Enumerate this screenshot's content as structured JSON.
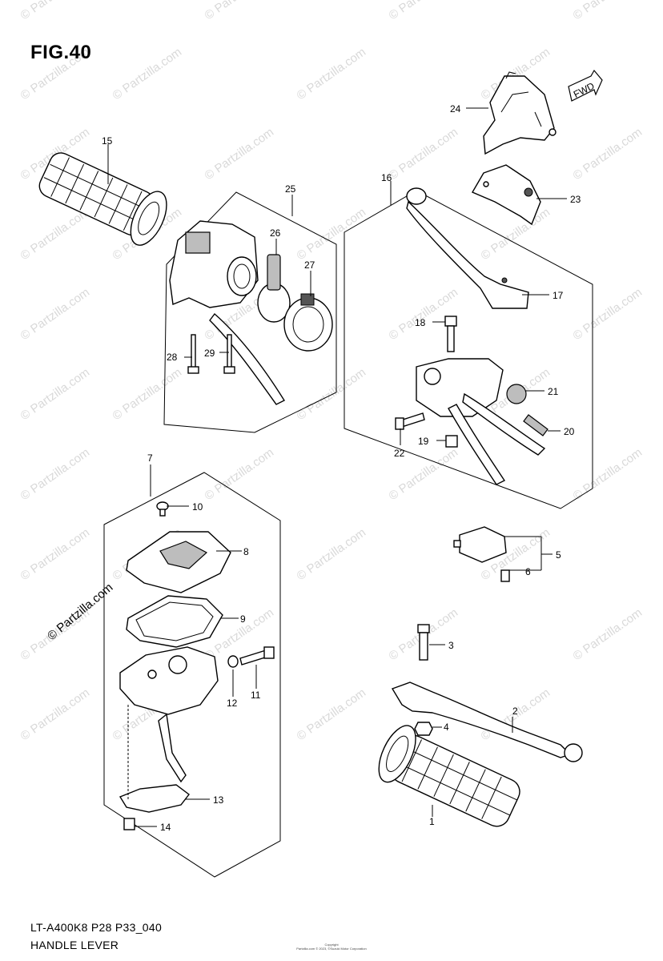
{
  "figure": {
    "title": "FIG.40",
    "model_code": "LT-A400K8 P28 P33_040",
    "caption": "HANDLE LEVER",
    "watermark": "© Partzilla.com",
    "copyright_line1": "Copyright",
    "copyright_line2": "Partzilla.com © 2023, ©Suzuki Motor Corporation"
  },
  "fwd_badge": "FWD",
  "callouts": [
    {
      "id": "c1",
      "label": "1"
    },
    {
      "id": "c2",
      "label": "2"
    },
    {
      "id": "c3",
      "label": "3"
    },
    {
      "id": "c4",
      "label": "4"
    },
    {
      "id": "c5",
      "label": "5"
    },
    {
      "id": "c6",
      "label": "6"
    },
    {
      "id": "c7",
      "label": "7"
    },
    {
      "id": "c8",
      "label": "8"
    },
    {
      "id": "c9",
      "label": "9"
    },
    {
      "id": "c10",
      "label": "10"
    },
    {
      "id": "c11",
      "label": "11"
    },
    {
      "id": "c12",
      "label": "12"
    },
    {
      "id": "c13",
      "label": "13"
    },
    {
      "id": "c14",
      "label": "14"
    },
    {
      "id": "c15",
      "label": "15"
    },
    {
      "id": "c16",
      "label": "16"
    },
    {
      "id": "c17",
      "label": "17"
    },
    {
      "id": "c18",
      "label": "18"
    },
    {
      "id": "c19",
      "label": "19"
    },
    {
      "id": "c20",
      "label": "20"
    },
    {
      "id": "c21",
      "label": "21"
    },
    {
      "id": "c22",
      "label": "22"
    },
    {
      "id": "c23",
      "label": "23"
    },
    {
      "id": "c24",
      "label": "24"
    },
    {
      "id": "c25",
      "label": "25"
    },
    {
      "id": "c26",
      "label": "26"
    },
    {
      "id": "c27",
      "label": "27"
    },
    {
      "id": "c28",
      "label": "28"
    },
    {
      "id": "c29",
      "label": "29"
    }
  ]
}
